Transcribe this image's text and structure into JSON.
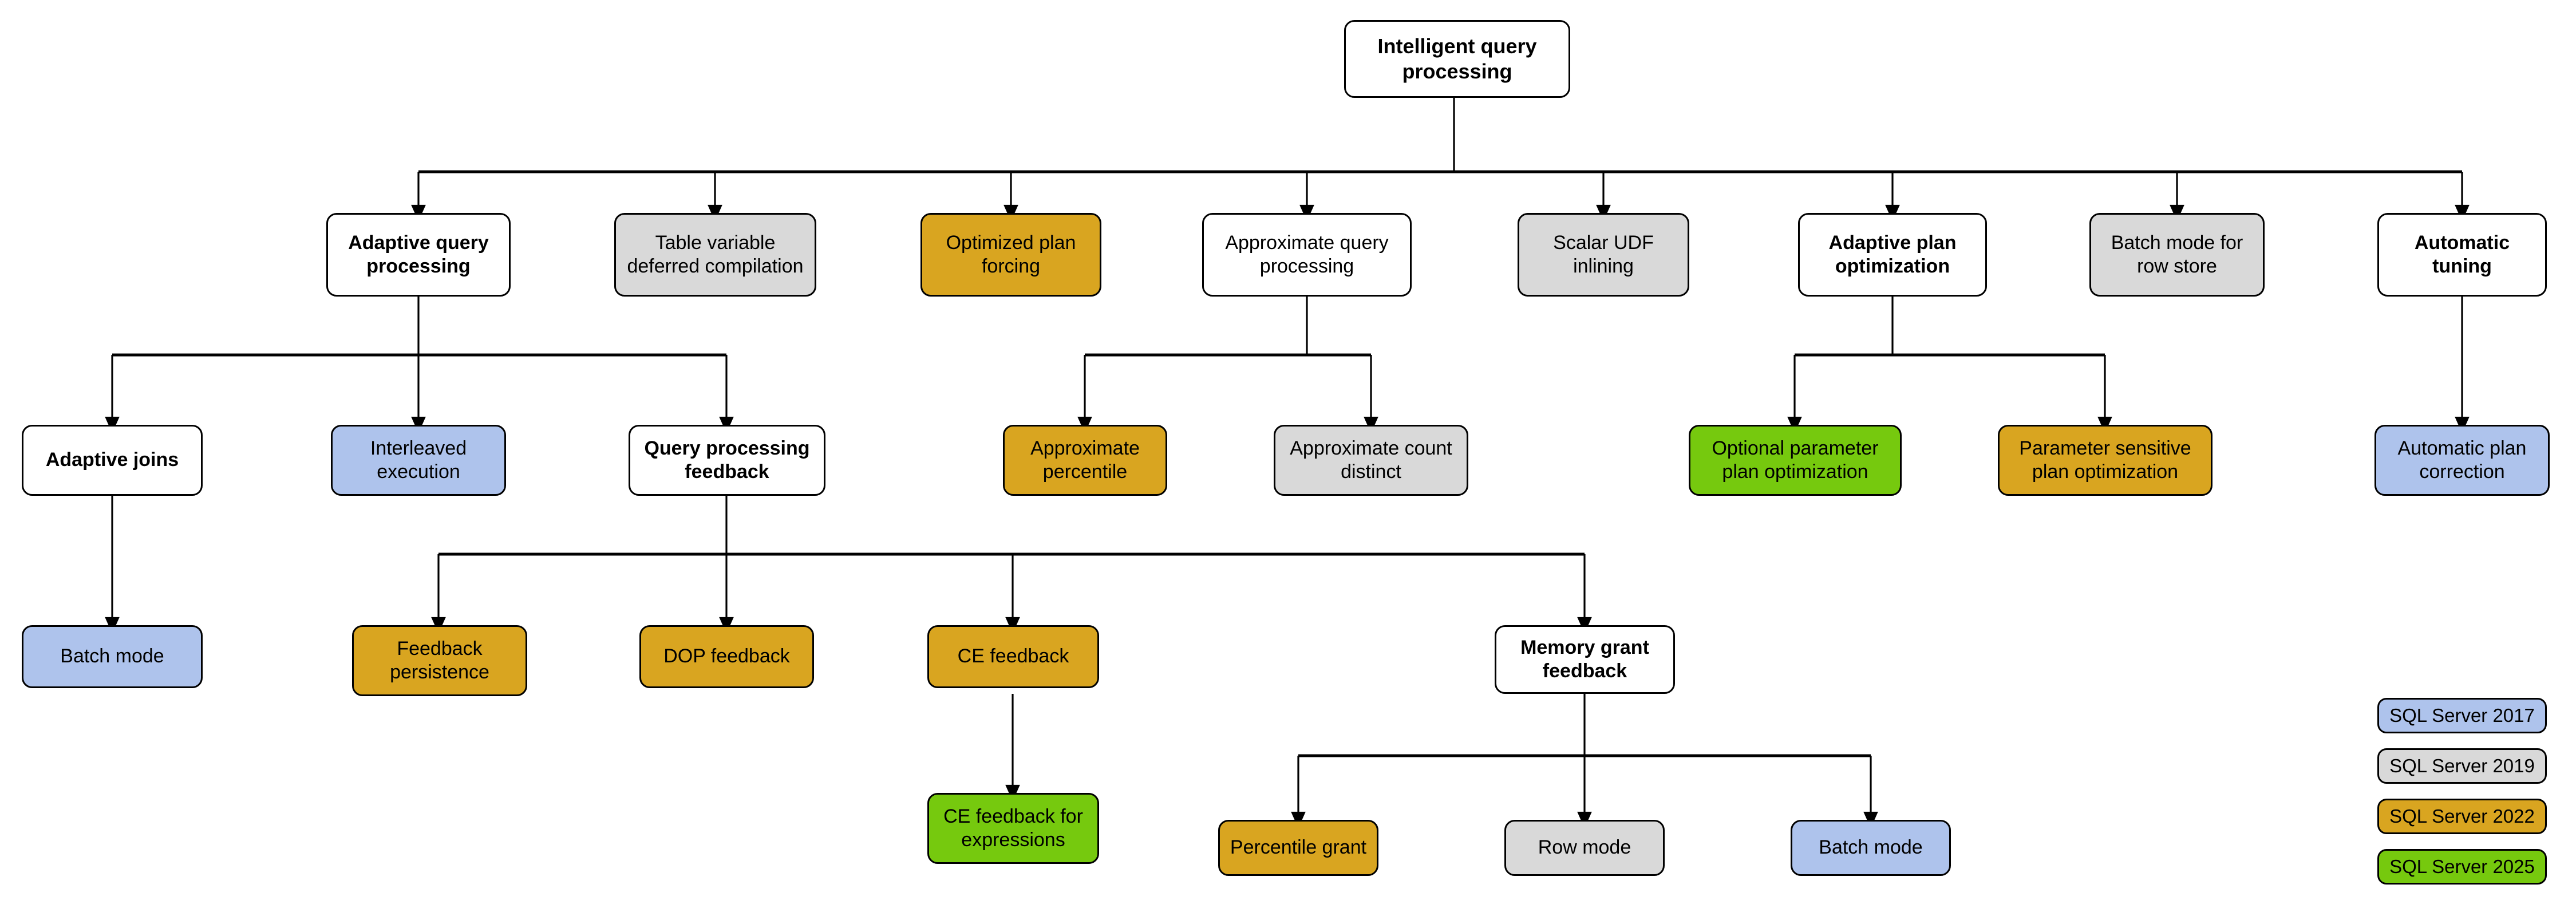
{
  "diagram": {
    "title": "Intelligent query processing",
    "type": "tree-hierarchy",
    "palette": {
      "sql_server_2017": "#aec3ec",
      "sql_server_2019": "#d9d9d9",
      "sql_server_2022": "#d9a520",
      "sql_server_2025": "#76c90e",
      "default": "#ffffff",
      "outline": "#000000"
    },
    "root": {
      "label": "Intelligent query processing"
    },
    "nodes": [
      {
        "id": "root",
        "label": "Intelligent query processing",
        "version": "default"
      },
      {
        "id": "aqp",
        "label": "Adaptive query processing",
        "version": "default"
      },
      {
        "id": "tvdc",
        "label": "Table variable deferred compilation",
        "version": "sql_server_2019"
      },
      {
        "id": "opf",
        "label": "Optimized plan forcing",
        "version": "sql_server_2022"
      },
      {
        "id": "apq",
        "label": "Approximate query processing",
        "version": "default"
      },
      {
        "id": "sudf",
        "label": "Scalar UDF inlining",
        "version": "sql_server_2019"
      },
      {
        "id": "apo",
        "label": "Adaptive plan optimization",
        "version": "default"
      },
      {
        "id": "bmrs",
        "label": "Batch mode for row store",
        "version": "sql_server_2019"
      },
      {
        "id": "at",
        "label": "Automatic tuning",
        "version": "default"
      },
      {
        "id": "aj",
        "label": "Adaptive joins",
        "version": "default"
      },
      {
        "id": "ie",
        "label": "Interleaved execution",
        "version": "sql_server_2017"
      },
      {
        "id": "qpf",
        "label": "Query processing feedback",
        "version": "default"
      },
      {
        "id": "ap",
        "label": "Approximate percentile",
        "version": "sql_server_2022"
      },
      {
        "id": "acd",
        "label": "Approximate count distinct",
        "version": "sql_server_2019"
      },
      {
        "id": "oppo",
        "label": "Optional parameter plan optimization",
        "version": "sql_server_2025"
      },
      {
        "id": "pspo",
        "label": "Parameter sensitive plan optimization",
        "version": "sql_server_2022"
      },
      {
        "id": "apc",
        "label": "Automatic plan correction",
        "version": "sql_server_2017"
      },
      {
        "id": "bm1",
        "label": "Batch mode",
        "version": "sql_server_2017"
      },
      {
        "id": "fp",
        "label": "Feedback persistence",
        "version": "sql_server_2022"
      },
      {
        "id": "dop",
        "label": "DOP feedback",
        "version": "sql_server_2022"
      },
      {
        "id": "ce",
        "label": "CE feedback",
        "version": "sql_server_2022"
      },
      {
        "id": "mgf",
        "label": "Memory grant feedback",
        "version": "default"
      },
      {
        "id": "cefe",
        "label": "CE feedback for expressions",
        "version": "sql_server_2025"
      },
      {
        "id": "pg",
        "label": "Percentile grant",
        "version": "sql_server_2022"
      },
      {
        "id": "rm",
        "label": "Row mode",
        "version": "sql_server_2019"
      },
      {
        "id": "bm2",
        "label": "Batch mode",
        "version": "sql_server_2017"
      }
    ],
    "edges": [
      {
        "from": "root",
        "to": [
          "aqp",
          "tvdc",
          "opf",
          "apq",
          "sudf",
          "apo",
          "bmrs",
          "at"
        ]
      },
      {
        "from": "aqp",
        "to": [
          "aj",
          "ie",
          "qpf"
        ]
      },
      {
        "from": "apq",
        "to": [
          "ap",
          "acd"
        ]
      },
      {
        "from": "apo",
        "to": [
          "oppo",
          "pspo"
        ]
      },
      {
        "from": "at",
        "to": [
          "apc"
        ]
      },
      {
        "from": "aj",
        "to": [
          "bm1"
        ]
      },
      {
        "from": "qpf",
        "to": [
          "fp",
          "dop",
          "ce",
          "mgf"
        ]
      },
      {
        "from": "ce",
        "to": [
          "cefe"
        ]
      },
      {
        "from": "mgf",
        "to": [
          "pg",
          "rm",
          "bm2"
        ]
      }
    ],
    "legend": {
      "items": [
        {
          "label": "SQL Server 2017",
          "color_key": "sql_server_2017"
        },
        {
          "label": "SQL Server 2019",
          "color_key": "sql_server_2019"
        },
        {
          "label": "SQL Server 2022",
          "color_key": "sql_server_2022"
        },
        {
          "label": "SQL Server 2025",
          "color_key": "sql_server_2025"
        }
      ]
    }
  }
}
